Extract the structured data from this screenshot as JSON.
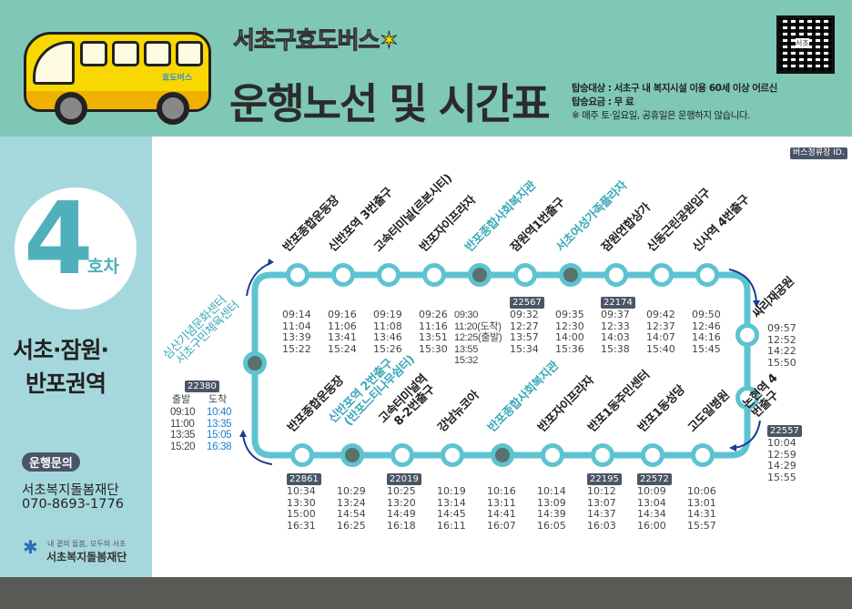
{
  "header": {
    "subtitle_a": "서초구",
    "subtitle_b": "효도",
    "subtitle_c": "버스",
    "title": "운행노선 및 시간표",
    "bus_logo_text": "효도버스",
    "qr_label": "서초",
    "info": [
      "탑승대상 : 서초구 내 복지시설 이용 60세 이상 어르신",
      "탑승요금 : 무   료",
      "※ 매주 토·일요일, 공휴일은 운행하지 않습니다."
    ]
  },
  "left_panel": {
    "bus_number": "4",
    "bus_suffix": "호차",
    "area_line1": "서초·잠원·",
    "area_line2": "반포권역",
    "contact_badge": "운행문의",
    "contact_org": "서초복지돌봄재단",
    "contact_phone": "070-8693-1776",
    "logo_slogan": "내 곁의 돌봄, 모두의 서초",
    "logo_name": "서초복지돌봄재단"
  },
  "legend": {
    "stop_id_label": "버스정류장 ID."
  },
  "colors": {
    "header_bg": "#7fc8b6",
    "left_bg": "#a5d8dc",
    "route": "#5ec3d0",
    "highlight_stop": "#5b716e",
    "highlight_text": "#3aa9b9",
    "arrival_time": "#1a7fd0"
  },
  "route": {
    "top_stops": [
      {
        "name": "반포종합운동장",
        "highlight": false,
        "stop_id": "",
        "times": [
          "09:14",
          "11:04",
          "13:39",
          "15:22"
        ]
      },
      {
        "name": "신반포역 3번출구",
        "highlight": false,
        "stop_id": "",
        "times": [
          "09:16",
          "11:06",
          "13:41",
          "15:24"
        ]
      },
      {
        "name": "고속터미널(르본시티)",
        "highlight": false,
        "stop_id": "",
        "times": [
          "09:19",
          "11:08",
          "13:46",
          "15:26"
        ]
      },
      {
        "name": "반포자이프라자",
        "highlight": false,
        "stop_id": "",
        "times": [
          "09:26",
          "11:16",
          "13:51",
          "15:30"
        ]
      },
      {
        "name": "반포종합사회복지관",
        "highlight": true,
        "stop_id": "",
        "times": [
          "09:30",
          "11:20(도착)",
          "12:25(출발)",
          "13:55",
          "15:32"
        ]
      },
      {
        "name": "잠원역1번출구",
        "highlight": false,
        "stop_id": "22567",
        "times": [
          "09:32",
          "12:27",
          "13:57",
          "15:34"
        ]
      },
      {
        "name": "서초여성가족플라자",
        "highlight": true,
        "stop_id": "",
        "times": [
          "09:35",
          "12:30",
          "14:00",
          "15:36"
        ]
      },
      {
        "name": "잠원연합상가",
        "highlight": false,
        "stop_id": "22174",
        "times": [
          "09:37",
          "12:33",
          "14:03",
          "15:38"
        ]
      },
      {
        "name": "신동근린공원입구",
        "highlight": false,
        "stop_id": "",
        "times": [
          "09:42",
          "12:37",
          "14:07",
          "15:40"
        ]
      },
      {
        "name": "신사역 4번출구",
        "highlight": false,
        "stop_id": "",
        "times": [
          "09:50",
          "12:46",
          "14:16",
          "15:45"
        ]
      }
    ],
    "right_stops": [
      {
        "name": "싸리재공원",
        "highlight": false,
        "stop_id": "",
        "times": [
          "09:57",
          "12:52",
          "14:22",
          "15:50"
        ]
      },
      {
        "name": "논현역 4번출구",
        "highlight": false,
        "stop_id": "22557",
        "times": [
          "10:04",
          "12:59",
          "14:29",
          "15:55"
        ]
      }
    ],
    "bottom_stops": [
      {
        "name": "반포종합운동장",
        "highlight": false,
        "stop_id": "22861",
        "times": [
          "10:34",
          "13:30",
          "15:00",
          "16:31"
        ]
      },
      {
        "name": "신반포역 2번출구",
        "name2": "(반포느티나무쉼터)",
        "highlight": true,
        "stop_id": "",
        "times": [
          "10:29",
          "13:24",
          "14:54",
          "16:25"
        ]
      },
      {
        "name": "고속터미널역",
        "name2": "8-2번출구",
        "highlight": false,
        "stop_id": "22019",
        "times": [
          "10:25",
          "13:20",
          "14:49",
          "16:18"
        ]
      },
      {
        "name": "강남뉴코아",
        "highlight": false,
        "stop_id": "",
        "times": [
          "10:19",
          "13:14",
          "14:45",
          "16:11"
        ]
      },
      {
        "name": "반포종합사회복지관",
        "highlight": true,
        "stop_id": "",
        "times": [
          "10:16",
          "13:11",
          "14:41",
          "16:07"
        ]
      },
      {
        "name": "반포자이프라자",
        "highlight": false,
        "stop_id": "",
        "times": [
          "10:14",
          "13:09",
          "14:39",
          "16:05"
        ]
      },
      {
        "name": "반포1동주민센터",
        "highlight": false,
        "stop_id": "22195",
        "times": [
          "10:12",
          "13:07",
          "14:37",
          "16:03"
        ]
      },
      {
        "name": "반포1동성당",
        "highlight": false,
        "stop_id": "22572",
        "times": [
          "10:09",
          "13:04",
          "14:34",
          "16:00"
        ]
      },
      {
        "name": "고도일병원",
        "highlight": false,
        "stop_id": "",
        "times": [
          "10:06",
          "13:01",
          "14:31",
          "15:57"
        ]
      }
    ],
    "left_stop": {
      "name": "심산기념문화센터",
      "name2": "서초구민체육센터",
      "highlight": true,
      "stop_id": "22380",
      "depart_label": "출발",
      "arrive_label": "도착",
      "departures": [
        "09:10",
        "11:00",
        "13:35",
        "15:20"
      ],
      "arrivals": [
        "10:40",
        "13:35",
        "15:05",
        "16:38"
      ]
    }
  }
}
